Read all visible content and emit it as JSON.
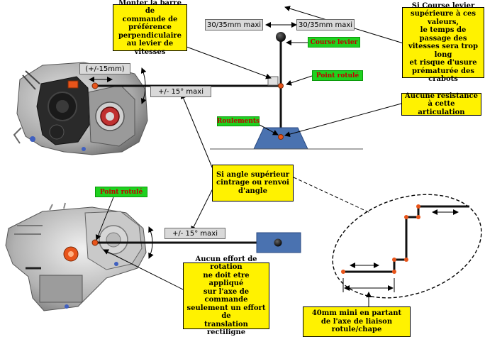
{
  "callouts": {
    "mount_bar": "Monter la barre de\ncommande de préférence\nperpendiculaire\nau levier de vitesses",
    "lever_travel": "Si Course levier\nsupérieure à ces valeurs,\nle temps de passage des\nvitesses sera trop long\net risque d'usure\nprématurée des crabots",
    "no_resistance": "Aucune resistance\nà cette articulation",
    "angle_limit": "Si angle supérieur\ncintrage ou renvoi\nd'angle",
    "no_rotation": "Aucun effort de rotation\nne doit etre appliqué\nsur l'axe de commande\nseulement un effort de\ntranslation  rectiligne",
    "min_distance": "40mm mini en partant\nde l'axe de liaison\nrotule/chape"
  },
  "labels": {
    "course_levier": "Course levier",
    "point_rotule_top": "Point rotulé",
    "roulements": "Roulements",
    "point_rotule_bottom": "Point rotulé"
  },
  "measurements": {
    "travel_left": "30/35mm maxi",
    "travel_right": "30/35mm maxi",
    "travel_15mm": "(+/-15mm)",
    "angle_top": "+/- 15° maxi",
    "angle_bottom": "+/- 15° maxi"
  },
  "colors": {
    "callout_fill": "#fff200",
    "label_fill": "#1fd11f",
    "label_text": "#c00000",
    "measure_fill": "#d9d9d9",
    "base_blue": "#4a72b0",
    "pivot_orange": "#e8541a",
    "bar": "#111111"
  }
}
